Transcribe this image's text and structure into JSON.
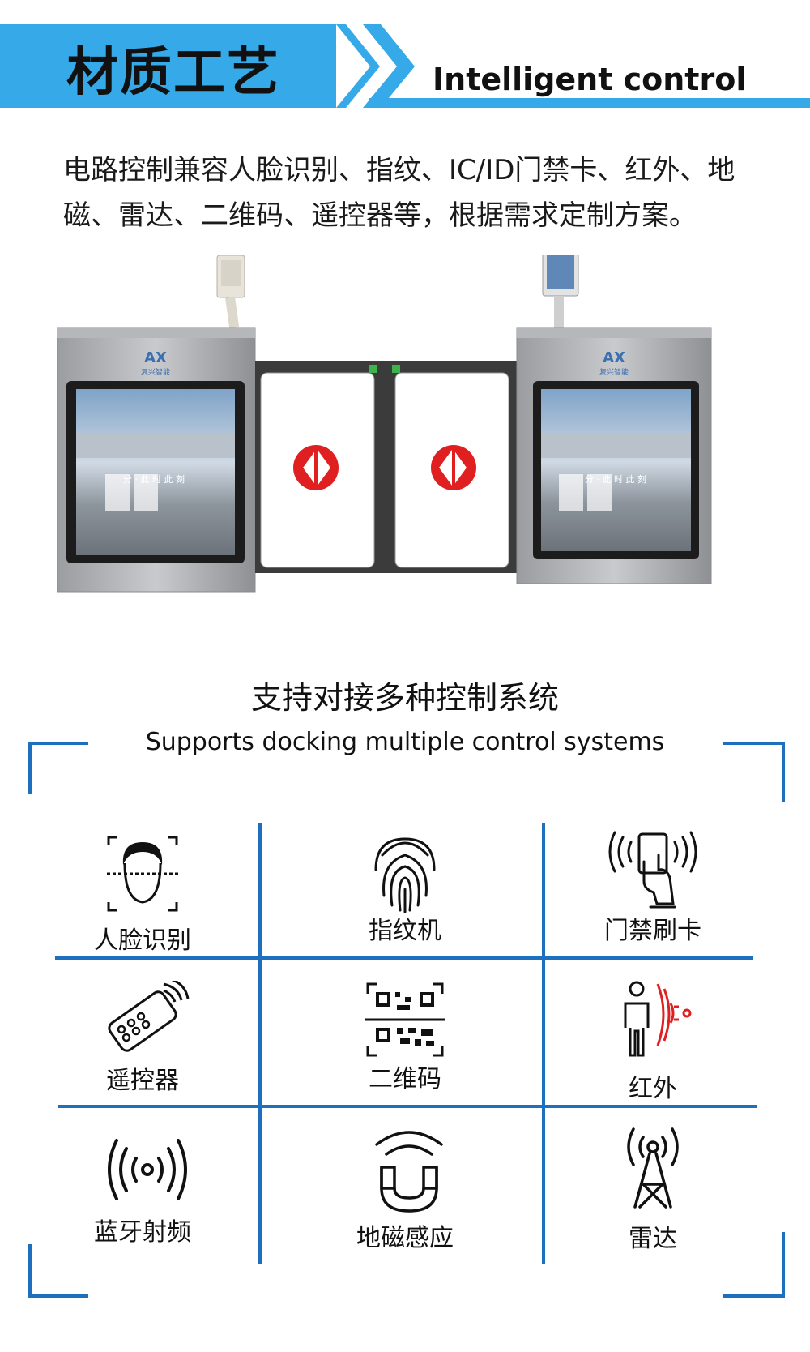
{
  "header": {
    "title_cn": "材质工艺",
    "title_en": "Intelligent control",
    "accent_color": "#36a9e8"
  },
  "intro": {
    "text": "电路控制兼容人脸识别、指纹、IC/ID门禁卡、红外、地磁、雷达、二维码、遥控器等，根据需求定制方案。"
  },
  "product": {
    "brand_label": "复兴智能",
    "screen_text": "分 · 此 时 此 刻"
  },
  "systems": {
    "heading_cn": "支持对接多种控制系统",
    "heading_en": "Supports docking multiple control systems",
    "frame_color": "#1f6fbf",
    "items": [
      {
        "label": "人脸识别",
        "icon": "face-recognition-icon"
      },
      {
        "label": "指纹机",
        "icon": "fingerprint-icon"
      },
      {
        "label": "门禁刷卡",
        "icon": "card-swipe-icon"
      },
      {
        "label": "遥控器",
        "icon": "remote-control-icon"
      },
      {
        "label": "二维码",
        "icon": "qr-code-icon"
      },
      {
        "label": "红外",
        "icon": "infrared-icon"
      },
      {
        "label": "蓝牙射频",
        "icon": "bluetooth-rf-icon"
      },
      {
        "label": "地磁感应",
        "icon": "geomagnetic-icon"
      },
      {
        "label": "雷达",
        "icon": "radar-icon"
      }
    ]
  }
}
